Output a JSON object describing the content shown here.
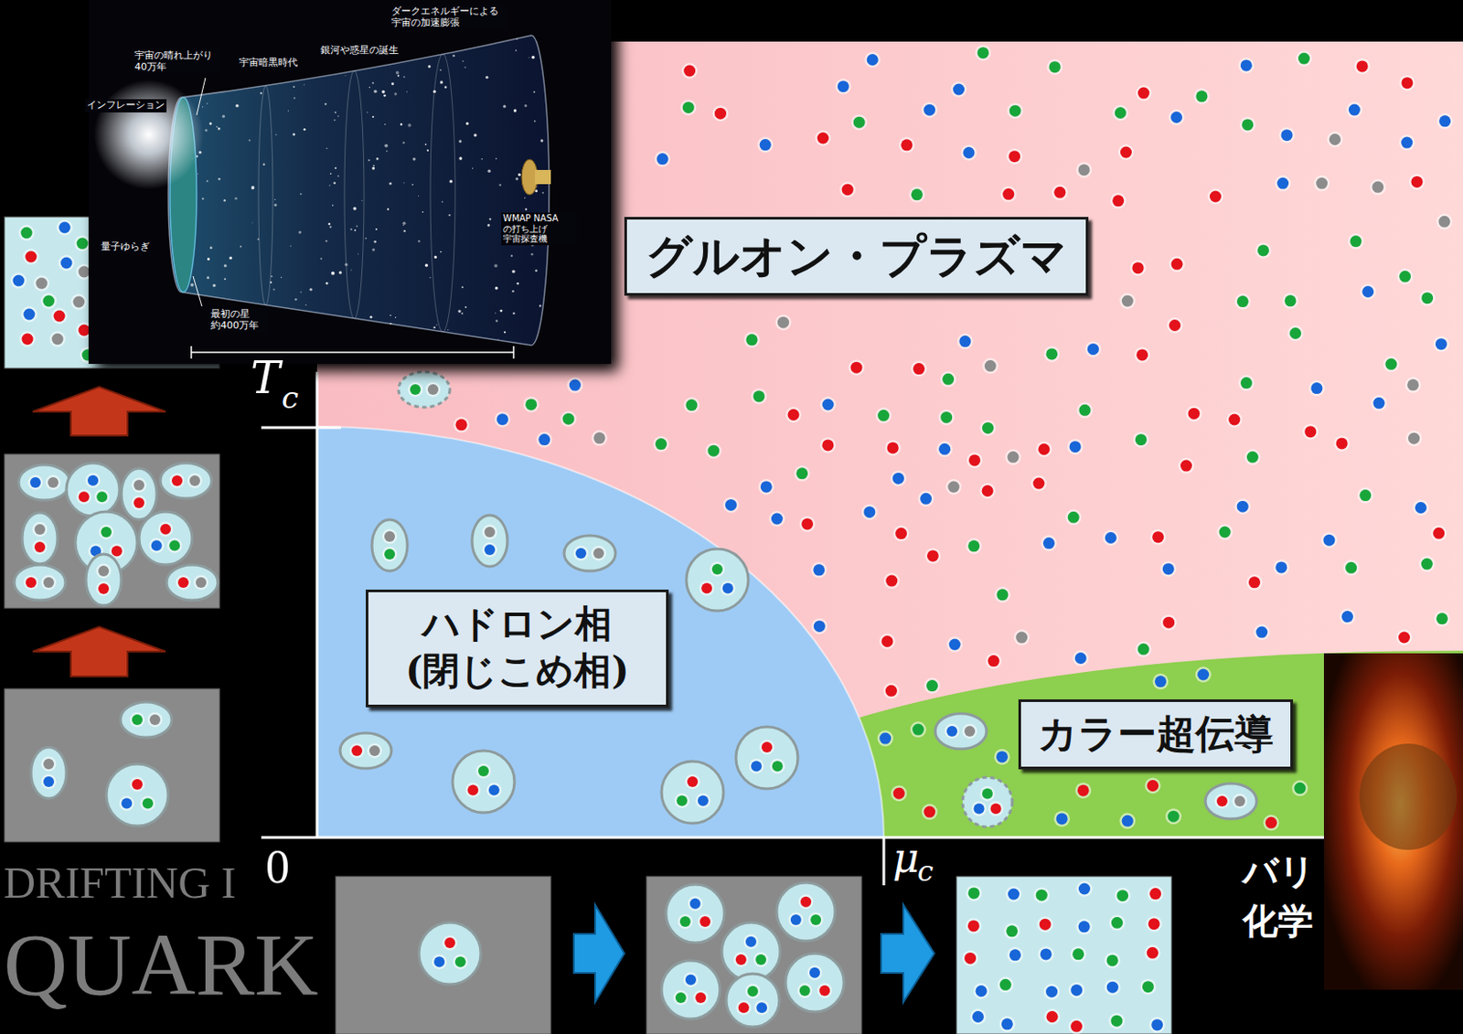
{
  "diagram": {
    "nodes": [
      {
        "text": [
          "グルオン・プラズマ"
        ]
      },
      {
        "text": [
          "ハドロン相 (閉じこめ相)"
        ]
      },
      {
        "text": [
          "カラー超伝導"
        ]
      }
    ],
    "labels": [
      "ダークエネルギーによる 宇宙の加速膨張",
      "宇宙の晴れ上がり 40万年",
      "宇宙暗黒時代",
      "銀河や惑星の誕生",
      "インフレーション",
      "量子ゆらぎ",
      "最初の星 約400万年",
      "WMAP NASA の打ち上げ 宇宙探査機",
      "T",
      "c",
      "0",
      "μ",
      "c",
      "バリ",
      "化学",
      "DRIFTING I",
      "QUARK"
    ]
  }
}
